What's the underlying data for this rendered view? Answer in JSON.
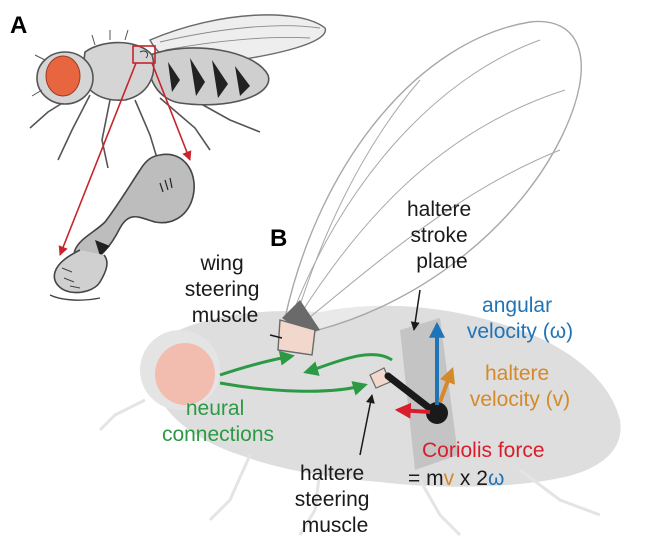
{
  "panels": {
    "a": {
      "letter": "A"
    },
    "b": {
      "letter": "B"
    }
  },
  "labels": {
    "wing_steering_muscle": [
      "wing",
      "steering",
      "muscle"
    ],
    "haltere_stroke_plane": [
      "haltere",
      "stroke",
      "plane"
    ],
    "angular_velocity": [
      "angular",
      "velocity (ω)"
    ],
    "haltere_velocity": [
      "haltere",
      "velocity (v)"
    ],
    "neural_connections": [
      "neural",
      "connections"
    ],
    "coriolis_force": "Coriolis force",
    "equation": {
      "prefix": "= m",
      "v": "v",
      "times": " x 2",
      "omega": "ω"
    },
    "haltere_steering_muscle": [
      "haltere",
      "steering",
      "muscle"
    ]
  },
  "colors": {
    "panel_letter": "#1a1a1a",
    "text": "#1a1a1a",
    "angular_velocity": "#1f74b8",
    "haltere_velocity": "#d48a2a",
    "neural_connections": "#2c9a44",
    "coriolis_force": "#d81e2c",
    "callout": "#c8242c",
    "fly_eye": "#e8663f",
    "body_silhouette": "#dedede",
    "muscle": "#f2d8cc"
  },
  "icons": {
    "fly_illustration": "housefly-icon",
    "haltere_detail": "haltere-closeup-icon",
    "fly_silhouette": "fly-silhouette-icon",
    "wing": "wing-icon"
  }
}
